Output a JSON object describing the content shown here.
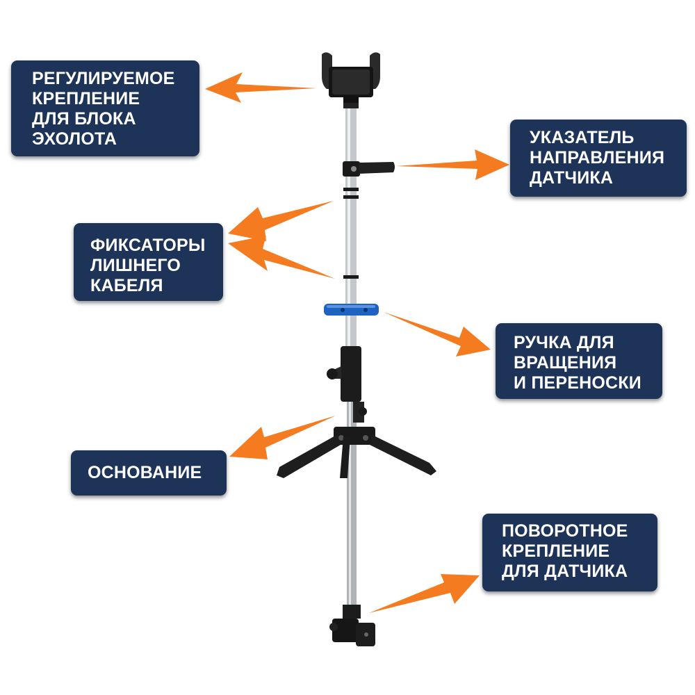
{
  "colors": {
    "label_bg": "#1e3358",
    "label_text": "#ffffff",
    "arrow": "#f47b20",
    "pole": "#c9cdd2",
    "parts": "#1a1a1a",
    "handle": "#1f63c2"
  },
  "labels": {
    "mount": [
      "РЕГУЛИРУЕМОЕ",
      "КРЕПЛЕНИЕ",
      "ДЛЯ БЛОКА",
      "ЭХОЛОТА"
    ],
    "pointer": [
      "УКАЗАТЕЛЬ",
      "НАПРАВЛЕНИЯ",
      "ДАТЧИКА"
    ],
    "clips": [
      "ФИКСАТОРЫ",
      "ЛИШНЕГО",
      "КАБЕЛЯ"
    ],
    "handle": [
      "РУЧКА ДЛЯ",
      "ВРАЩЕНИЯ",
      "И ПЕРЕНОСКИ"
    ],
    "base": [
      "ОСНОВАНИЕ"
    ],
    "sensor_mount": [
      "ПОВОРОТНОЕ",
      "КРЕПЛЕНИЕ",
      "ДЛЯ ДАТЧИКА"
    ]
  }
}
